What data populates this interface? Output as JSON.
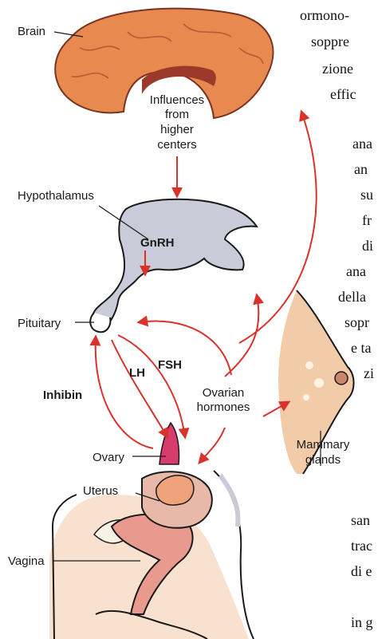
{
  "labels": {
    "brain": "Brain",
    "influences": [
      "Influences",
      "from",
      "higher",
      "centers"
    ],
    "hypothalamus": "Hypothalamus",
    "gnrh": "GnRH",
    "pituitary": "Pituitary",
    "lh": "LH",
    "fsh": "FSH",
    "inhibin": "Inhibin",
    "ovarian_hormones": [
      "Ovarian",
      "hormones"
    ],
    "mammary_glands": [
      "Mammary",
      "glands"
    ],
    "ovary": "Ovary",
    "uterus": "Uterus",
    "vagina": "Vagina"
  },
  "side_text": [
    "ormono-",
    "soppre",
    "zione",
    "effic",
    "ana",
    "an",
    "su",
    "fr",
    "di",
    "ana",
    "della",
    "sopr",
    "e ta",
    "zi",
    "san",
    "trac",
    "di e",
    "in g"
  ],
  "colors": {
    "arrow": "#d9322a",
    "brain": "#e8894f",
    "brain_dark": "#9b3a2a",
    "gland": "#c9ccd8",
    "tissue": "#f2cba8",
    "uterus": "#e99a8f",
    "ovary": "#d83c6e"
  }
}
